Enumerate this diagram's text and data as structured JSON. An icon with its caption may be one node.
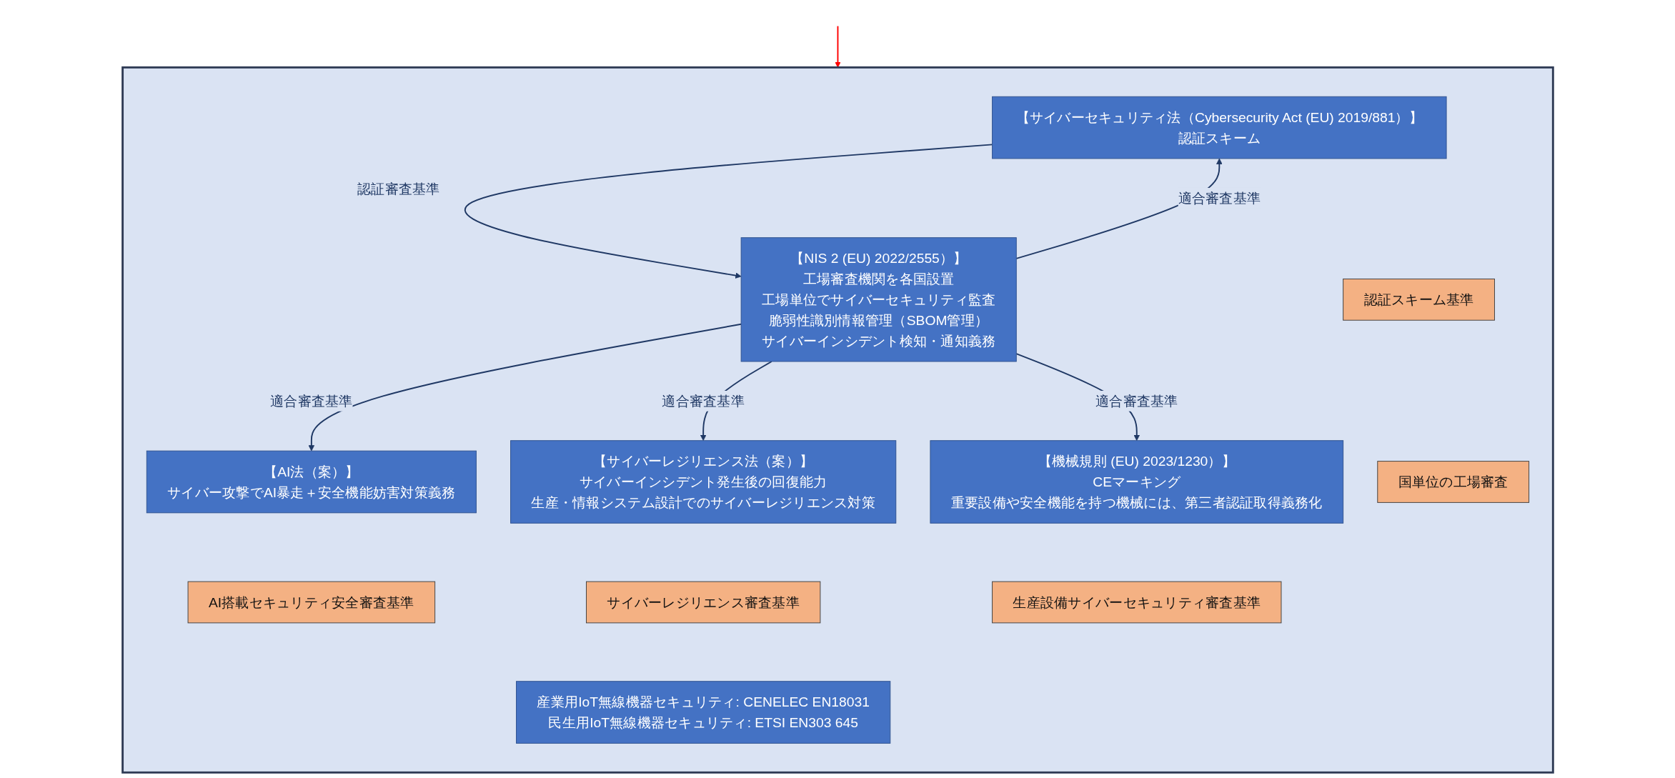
{
  "diagram": {
    "nodes": [
      {
        "text": [],
        "shape": "box"
      },
      {
        "text": [
          "【サイバーセキュリティ法（Cybersecurity Act (EU) 2019/881）】認証スキーム"
        ],
        "in": 0
      },
      {
        "text": [
          "認証スキーム基準"
        ],
        "in": 0
      },
      {
        "text": [
          "【NIS 2 (EU) 2022/2555）】",
          "工場審査機関を各国設置",
          "工場単位でサイバーセキュリティ監査",
          "脆弱性識別情報管理（SBOM管理）",
          "サイバーインシデント検知・通知義務"
        ],
        "in": 0
      },
      {
        "text": [
          "国単位の工場審査"
        ],
        "in": 0
      },
      {
        "text": [
          "【AI法（案）】",
          "サイバー攻撃でAI暴走＋安全機能妨害対策義務"
        ],
        "in": 0
      },
      {
        "text": [
          "AI搭載セキュリティ安全審査基準"
        ],
        "in": 0
      },
      {
        "text": [
          "【サイバーレジリエンス法（案）】",
          "サイバーインシデント発生後の回復能力",
          "生産・情報システム設計でのサイバーレジリエンス対策"
        ],
        "in": 0
      },
      {
        "text": [
          "サイバーレジリエンス審査基準"
        ],
        "in": 0
      },
      {
        "text": [
          "【機械規則 (EU) 2023/1230）】",
          "CEマーキング",
          "重要設備や安全機能を持つ機械には、第三者認証取得義務化"
        ],
        "in": 0
      },
      {
        "text": [
          "生産設備サイバーセキュリティ審査基準"
        ],
        "in": 0
      },
      {
        "text": [
          "産業用IoT無線機器セキュリティ: CENELEC EN18031",
          "民生用IoT無線機器セキュリティ: ETSI EN303 645"
        ],
        "in": 0
      }
    ],
    "edges": [
      {
        "from": null,
        "to": 0,
        "arrow": "to",
        "color": "#ff0000"
      },
      {
        "from": 1,
        "to": 3,
        "arrow": "to",
        "label": "認証審査基準"
      },
      {
        "from": 3,
        "to": 1,
        "arrow": "to",
        "label": "適合審査基準"
      },
      {
        "from": 3,
        "to": 5,
        "arrow": "to",
        "label": "適合審査基準"
      },
      {
        "from": 3,
        "to": 9,
        "arrow": "to",
        "label": "適合審査基準"
      },
      {
        "from": 3,
        "to": 7,
        "arrow": "to",
        "label": "適合審査基準"
      }
    ]
  }
}
